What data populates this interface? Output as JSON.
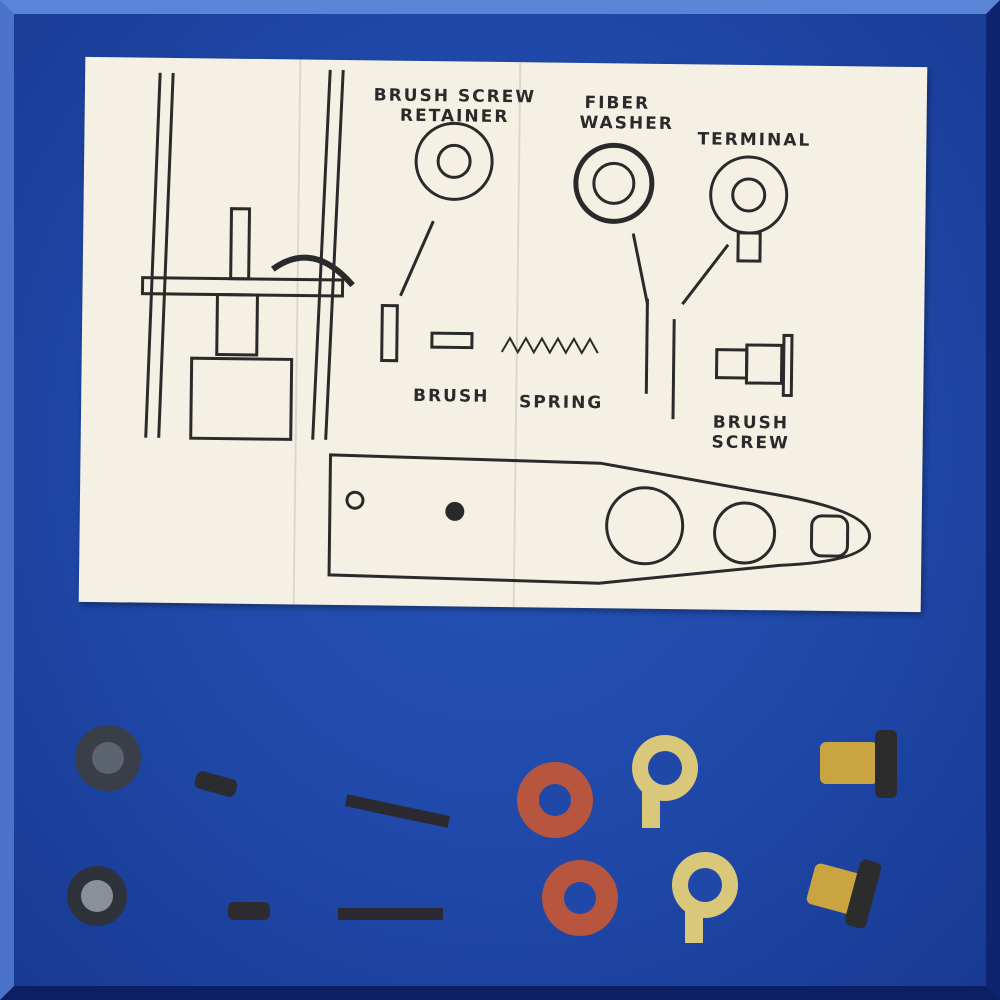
{
  "diagram": {
    "labels": {
      "brush_screw_retainer": "BRUSH SCREW RETAINER",
      "fiber_washer": "FIBER WASHER",
      "terminal": "TERMINAL",
      "brush": "BRUSH",
      "spring": "SPRING",
      "brush_screw": "BRUSH SCREW"
    }
  },
  "colors": {
    "background": "#1f48a8",
    "paper": "#f4f1e4",
    "fiber_washer": "#b8553e",
    "brass": "#c9a441"
  }
}
